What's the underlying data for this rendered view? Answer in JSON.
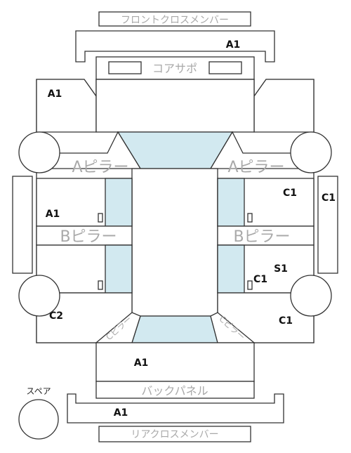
{
  "labels": {
    "front_cross_member": "フロントクロスメンバー",
    "core_support": "コアサポ",
    "a_pillar": "Aピラー",
    "b_pillar": "Bピラー",
    "back_panel": "バックパネル",
    "rear_cross_member": "リアクロスメンバー",
    "spare": "スペア",
    "c_pillar": "Cピラー"
  },
  "codes": {
    "front_cross": "A1",
    "front_left_apron": "A1",
    "left_rocker": "A1",
    "rear_left_quarter": "C2",
    "right_front_door": "C1",
    "right_rocker": "C1",
    "right_sill": "S1",
    "right_sill_mark": "C1",
    "right_quarter": "C1",
    "trunk": "A1",
    "rear_cross": "A1"
  },
  "colors": {
    "glass": "#d2e9f0",
    "outline": "#333333",
    "label_grey": "#a9a9a9"
  }
}
